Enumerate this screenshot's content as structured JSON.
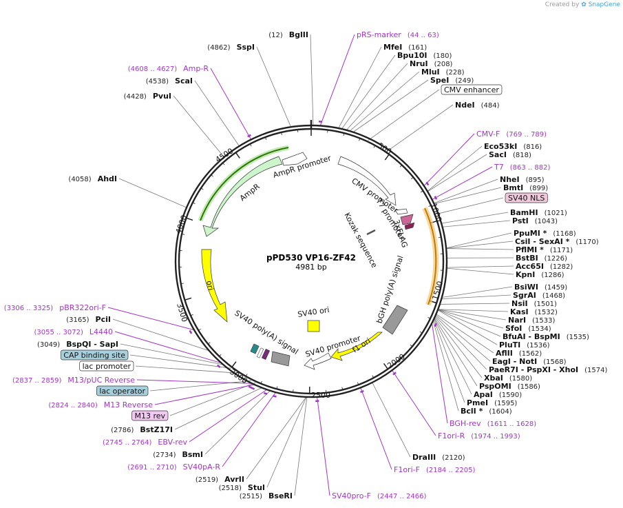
{
  "credit": {
    "prefix": "Created by",
    "brand": "SnapGene"
  },
  "plasmid": {
    "name": "pPD530 VP16-ZF42",
    "size_label": "4981 bp",
    "length": 4981
  },
  "ticks": [
    "500",
    "1000",
    "1500",
    "2000",
    "2500",
    "3000",
    "3500",
    "4000",
    "4500"
  ],
  "enzymes": [
    {
      "name": "BglII",
      "pos": "(12)"
    },
    {
      "name": "SspI",
      "pos": "(4862)"
    },
    {
      "name": "ScaI",
      "pos": "(4538)"
    },
    {
      "name": "PvuI",
      "pos": "(4428)"
    },
    {
      "name": "AhdI",
      "pos": "(4058)"
    },
    {
      "name": "MfeI",
      "pos": "(161)"
    },
    {
      "name": "Bpu10I",
      "pos": "(180)"
    },
    {
      "name": "NruI",
      "pos": "(208)"
    },
    {
      "name": "MluI",
      "pos": "(228)"
    },
    {
      "name": "SpeI",
      "pos": "(249)"
    },
    {
      "name": "NdeI",
      "pos": "(484)"
    },
    {
      "name": "Eco53kI",
      "pos": "(816)"
    },
    {
      "name": "SacI",
      "pos": "(818)"
    },
    {
      "name": "NheI",
      "pos": "(895)"
    },
    {
      "name": "BmtI",
      "pos": "(899)"
    },
    {
      "name": "BamHI",
      "pos": "(1021)"
    },
    {
      "name": "PstI",
      "pos": "(1043)"
    },
    {
      "name": "PpuMI *",
      "pos": "(1168)"
    },
    {
      "name": "CsiI  - SexAI *",
      "pos": "(1170)"
    },
    {
      "name": "PflMI *",
      "pos": "(1171)"
    },
    {
      "name": "BstBI",
      "pos": "(1226)"
    },
    {
      "name": "Acc65I",
      "pos": "(1282)"
    },
    {
      "name": "KpnI",
      "pos": "(1286)"
    },
    {
      "name": "BsiWI",
      "pos": "(1459)"
    },
    {
      "name": "SgrAI",
      "pos": "(1468)"
    },
    {
      "name": "NsiI",
      "pos": "(1501)"
    },
    {
      "name": "KasI",
      "pos": "(1532)"
    },
    {
      "name": "NarI",
      "pos": "(1533)"
    },
    {
      "name": "SfoI",
      "pos": "(1534)"
    },
    {
      "name": "BfuAI  - BspMI",
      "pos": "(1535)"
    },
    {
      "name": "PluTI",
      "pos": "(1536)"
    },
    {
      "name": "AflII",
      "pos": "(1562)"
    },
    {
      "name": "EagI  - NotI",
      "pos": "(1568)"
    },
    {
      "name": "PaeR7I  - PspXI  - XhoI",
      "pos": "(1574)"
    },
    {
      "name": "XbaI",
      "pos": "(1580)"
    },
    {
      "name": "PspOMI",
      "pos": "(1586)"
    },
    {
      "name": "ApaI",
      "pos": "(1590)"
    },
    {
      "name": "PmeI",
      "pos": "(1595)"
    },
    {
      "name": "BclI *",
      "pos": "(1604)"
    },
    {
      "name": "DraIII",
      "pos": "(2120)"
    },
    {
      "name": "BseRI",
      "pos": "(2515)"
    },
    {
      "name": "StuI",
      "pos": "(2518)"
    },
    {
      "name": "AvrII",
      "pos": "(2519)"
    },
    {
      "name": "BsmI",
      "pos": "(2734)"
    },
    {
      "name": "BstZ17I",
      "pos": "(2786)"
    },
    {
      "name": "BspQI  - SapI",
      "pos": "(3049)"
    },
    {
      "name": "PciI",
      "pos": "(3165)"
    }
  ],
  "primers": [
    {
      "name": "pRS-marker",
      "range": "(44 .. 63)"
    },
    {
      "name": "Amp-R",
      "range": "(4608 .. 4627)"
    },
    {
      "name": "CMV-F",
      "range": "(769 .. 789)"
    },
    {
      "name": "T7",
      "range": "(863 .. 882)"
    },
    {
      "name": "BGH-rev",
      "range": "(1611 .. 1628)"
    },
    {
      "name": "F1ori-R",
      "range": "(1974 .. 1993)"
    },
    {
      "name": "F1ori-F",
      "range": "(2184 .. 2205)"
    },
    {
      "name": "SV40pro-F",
      "range": "(2447 .. 2466)"
    },
    {
      "name": "SV40pA-R",
      "range": "(2691 .. 2710)"
    },
    {
      "name": "EBV-rev",
      "range": "(2745 .. 2764)"
    },
    {
      "name": "M13 Reverse",
      "range": "(2824 .. 2840)"
    },
    {
      "name": "M13/pUC Reverse",
      "range": "(2837 .. 2859)"
    },
    {
      "name": "L4440",
      "range": "(3055 .. 3072)"
    },
    {
      "name": "pBR322ori-F",
      "range": "(3306 .. 3325)"
    }
  ],
  "boxed_labels": [
    "CMV enhancer",
    "SV40 NLS",
    "CAP binding site",
    "lac promoter",
    "lac operator",
    "M13 rev"
  ],
  "feature_labels": [
    "AmpR promoter",
    "AmpR",
    "ori",
    "CMV promoter",
    "T7 promoter",
    "Kozak sequence",
    "3xFLAG",
    "bGH poly(A) signal",
    "SV40 ori",
    "SV40 promoter",
    "f1 ori",
    "SV40 poly(A) signal"
  ],
  "colors": {
    "primer": "#a234c8",
    "ampr": "#ccf5cc",
    "ori": "#ffff00",
    "misc": "#999999",
    "promoter": "#ffffff",
    "nls_box": "#f0c8dc",
    "lac_box": "#a8d0dc",
    "m13_box": "#f0c8f0"
  }
}
